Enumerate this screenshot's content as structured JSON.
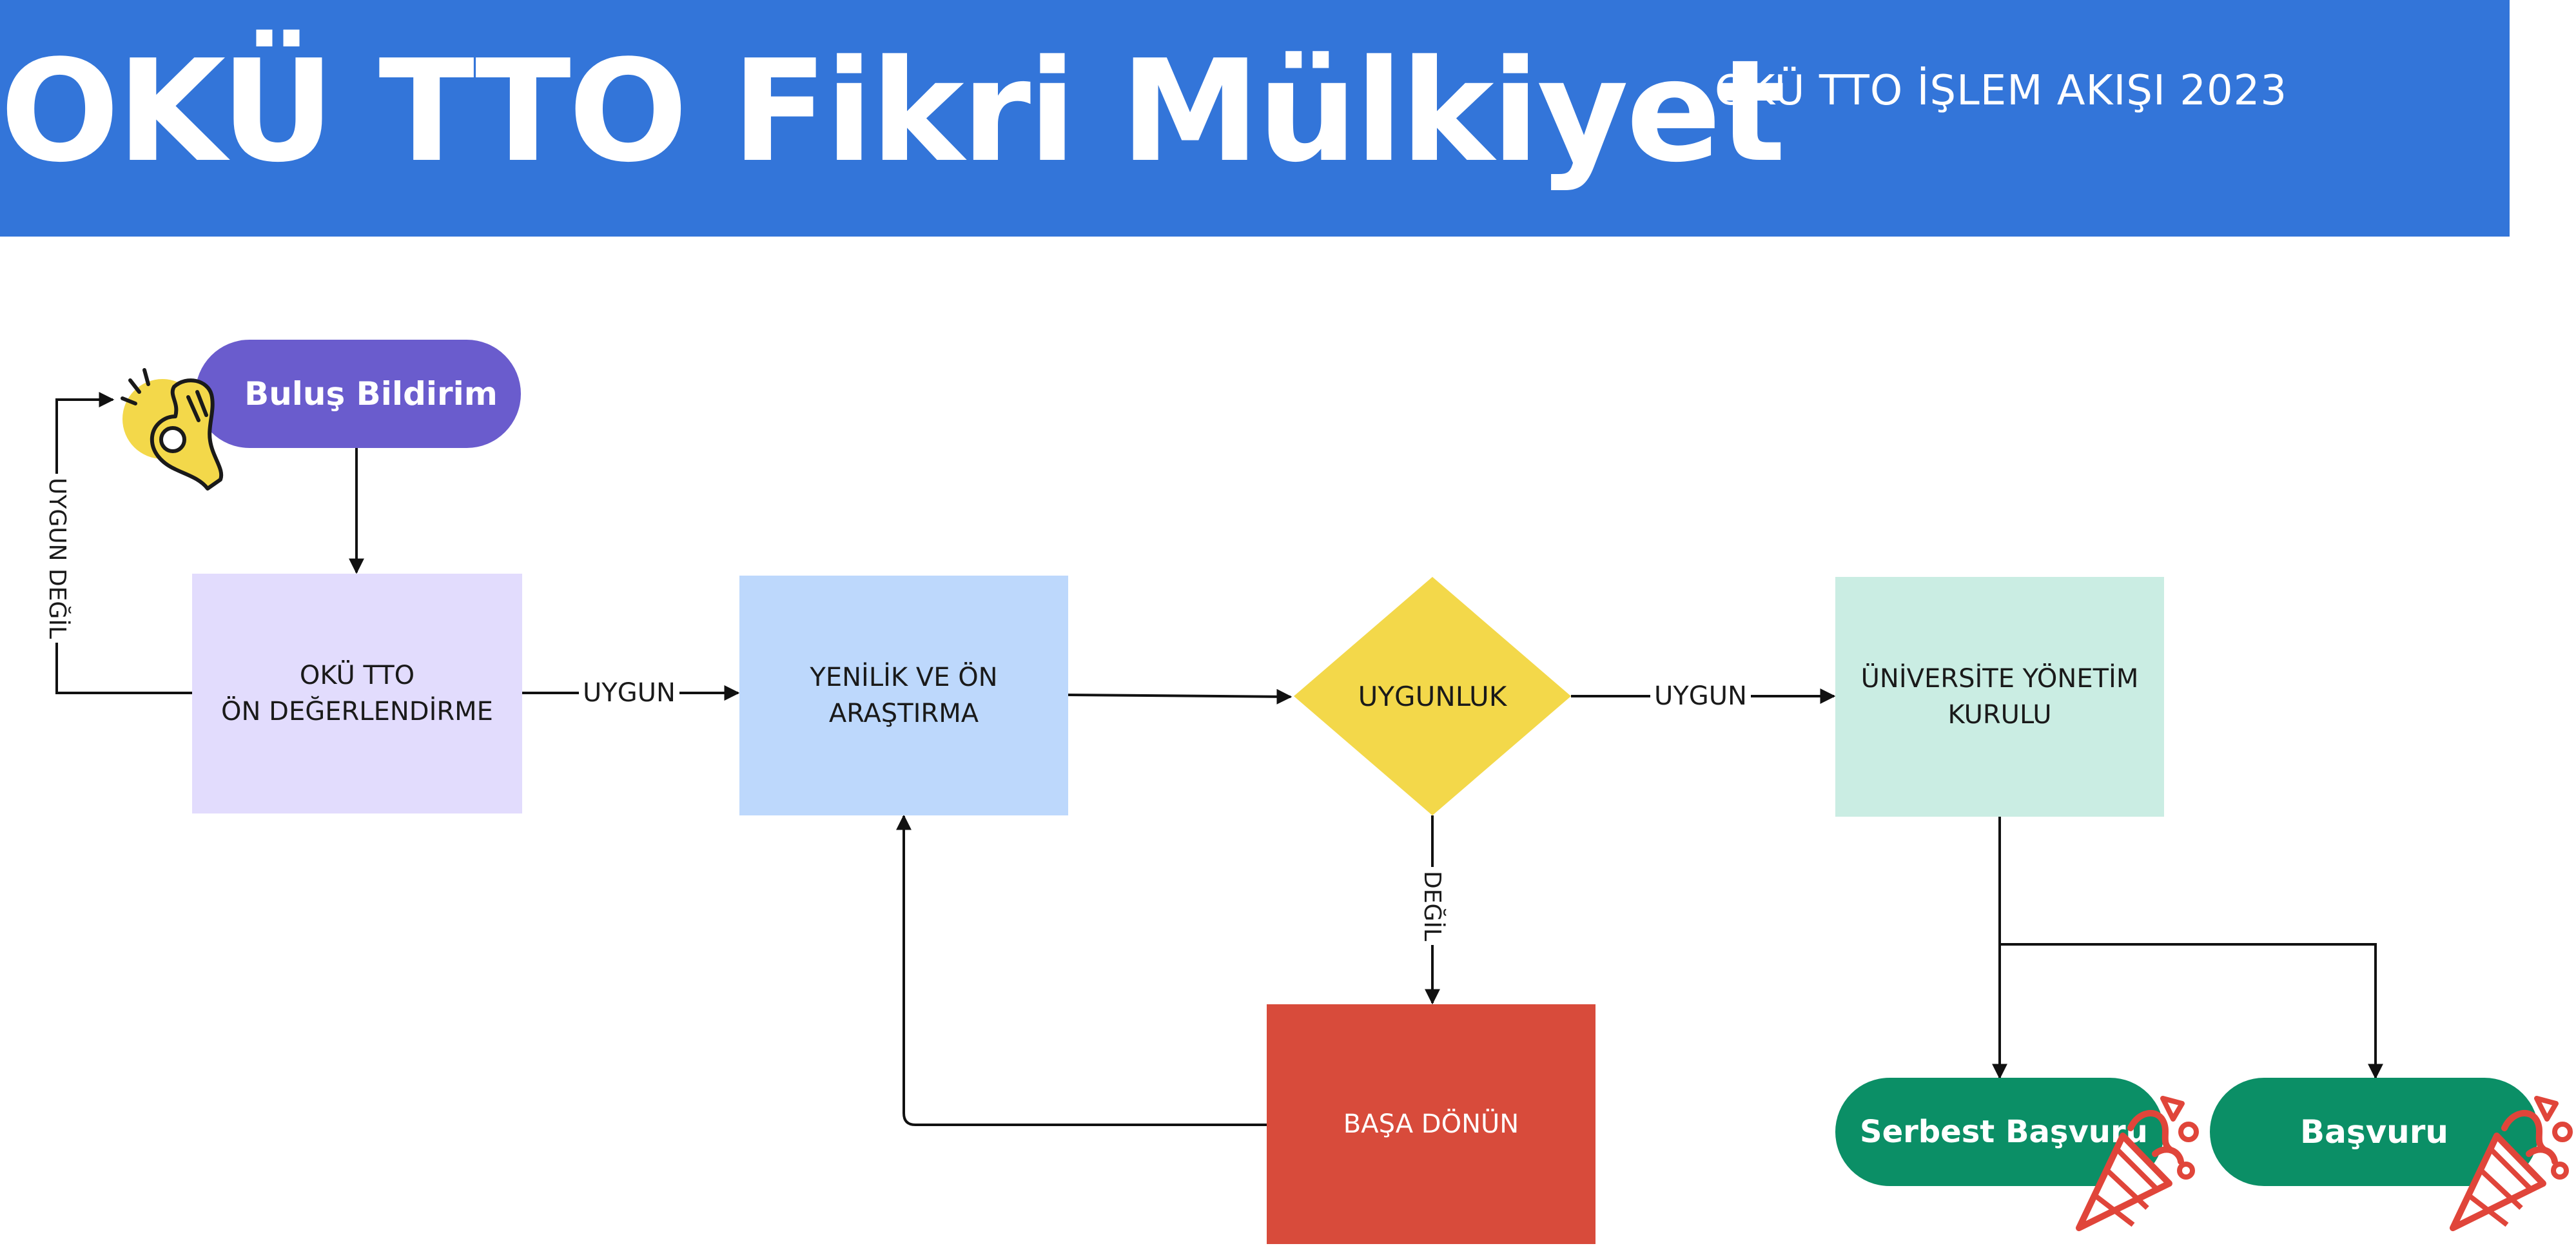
{
  "header": {
    "title": "OKÜ TTO Fikri Mülkiyet",
    "subtitle": "OKÜ TTO İŞLEM AKIŞI 2023"
  },
  "nodes": {
    "start": "Buluş Bildirim",
    "pre_eval_line1": "OKÜ TTO",
    "pre_eval_line2": "ÖN DEĞERLENDİRME",
    "research_line1": "YENİLİK VE ÖN",
    "research_line2": "ARAŞTIRMA",
    "decision": "UYGUNLUK",
    "board_line1": "ÜNİVERSİTE YÖNETİM",
    "board_line2": "KURULU",
    "restart": "BAŞA DÖNÜN",
    "free_application": "Serbest Başvuru",
    "application": "Başvuru"
  },
  "edges": {
    "not_suitable_loop": "UYGUN DEĞİL",
    "suitable_1": "UYGUN",
    "suitable_2": "UYGUN",
    "not_suitable": "DEĞİL"
  },
  "colors": {
    "header": "#3375d9",
    "start_pill": "#6a5ccd",
    "pre_eval": "#e2dcfd",
    "research": "#bdd8fc",
    "decision": "#f3d84a",
    "board": "#caede3",
    "restart": "#d84b3b",
    "result_pills": "#0b8f66",
    "hand_icon": "#f3d84a",
    "party_icon": "#e0453a"
  },
  "icons": {
    "start": "ok-hand-icon",
    "result": "party-popper-icon"
  }
}
